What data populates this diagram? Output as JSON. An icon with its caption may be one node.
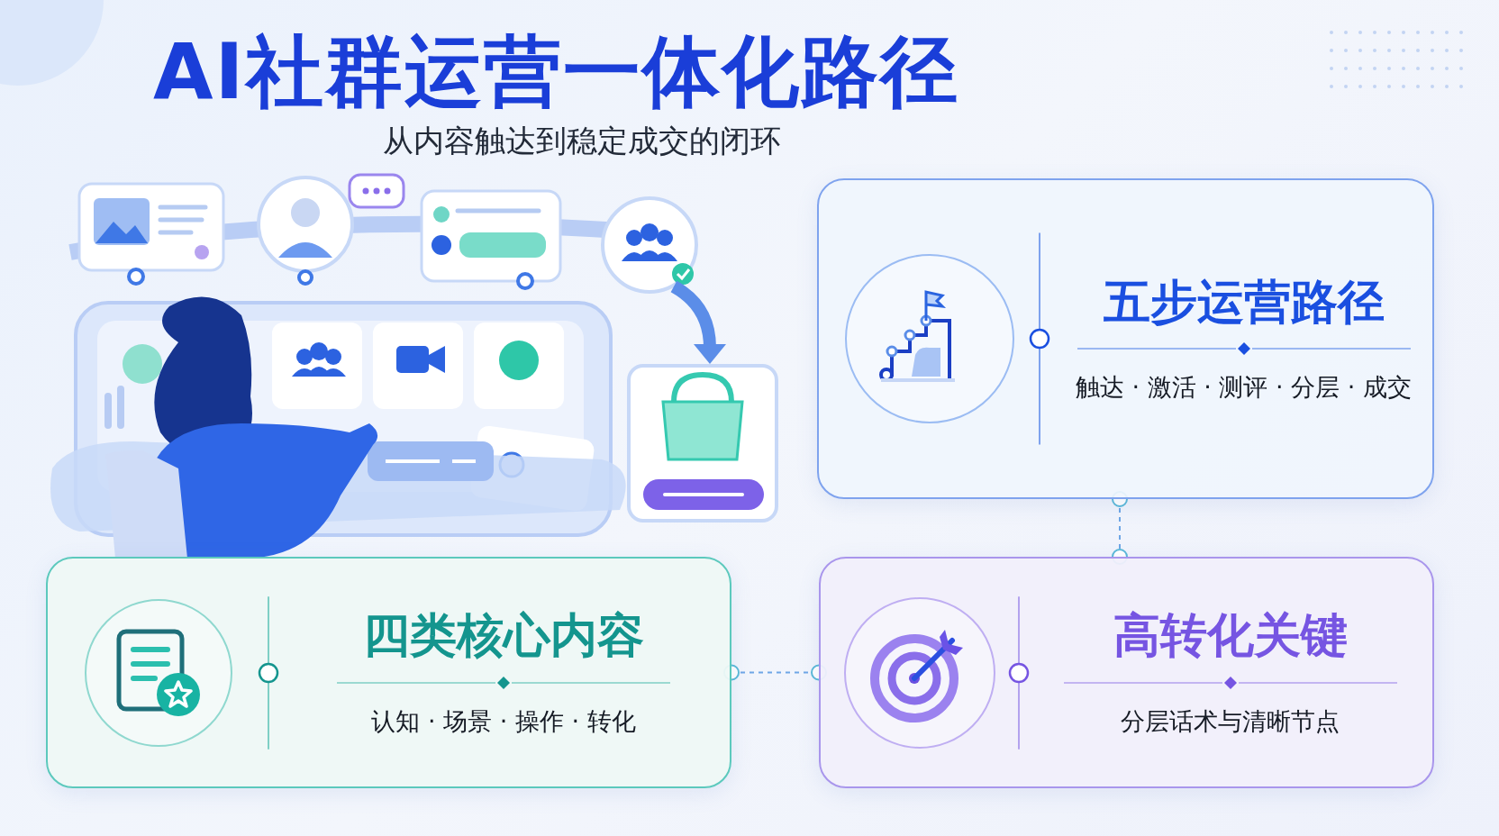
{
  "diagram": {
    "title": "AI社群运营一体化路径",
    "caption": "从内容触达到稳定成交的闭环",
    "nodes": [
      {
        "text": [
          "五步运营路径",
          "触达 · 激活 · 测评 · 分层 · 成交"
        ]
      },
      {
        "text": [
          "四类核心内容",
          "认知 · 场景 · 操作 · 转化"
        ]
      },
      {
        "text": [
          "高转化关键",
          "分层话术与清晰节点"
        ]
      }
    ],
    "edges": [
      {
        "from": 0,
        "to": 2,
        "arrow": "other",
        "style": "dashed"
      },
      {
        "from": 1,
        "to": 2,
        "arrow": "other",
        "style": "dashed"
      }
    ]
  }
}
